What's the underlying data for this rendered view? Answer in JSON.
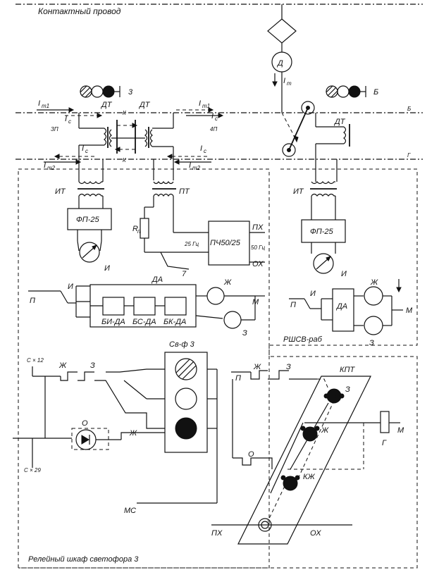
{
  "labels": {
    "contact_wire": "Контактный провод",
    "signal_3": "3",
    "signal_b": "Б",
    "motor": "Д",
    "it_motor": "I",
    "it_motor_sub": "т",
    "it1_left": "I",
    "it1_left_sub": "т1",
    "ic_left": "I",
    "ic_left_sub": "c",
    "it1_mid": "I",
    "it1_mid_sub": "т1",
    "ic_mid": "I",
    "ic_mid_sub": "c",
    "ic_low_left": "I",
    "ic_low_left_sub": "c",
    "ic_low_mid": "I",
    "ic_low_mid_sub": "c",
    "it2_left": "I",
    "it2_left_sub": "т2",
    "it2_mid": "I",
    "it2_mid_sub": "т2",
    "dt1": "ДТ",
    "dt2": "ДТ",
    "dt3": "ДТ",
    "zone_3p": "ЗП",
    "zone_4p": "4П",
    "k_top": "К",
    "k_bot": "К",
    "rail_b": "Б",
    "rail_g": "Г",
    "it_a": "ИТ",
    "pt": "ПТ",
    "it_b": "ИТ",
    "fp25_a": "ФП-25",
    "fp25_b": "ФП-25",
    "meter_a": "И",
    "meter_b": "И",
    "rp": "R",
    "rp_sub": "п",
    "pch": "ПЧ50/25",
    "f25": "25 Гц",
    "f50": "50 Гц",
    "px_top": "ПХ",
    "ox_top": "ОХ",
    "n7": "7",
    "da_main": "ДА",
    "bi_da": "БИ-ДА",
    "bs_da": "БС-ДА",
    "bk_da": "БК-ДА",
    "zh_a": "Ж",
    "z_a": "З",
    "m_a": "М",
    "p_a": "П",
    "i_a": "И",
    "da_small": "ДА",
    "zh_b": "Ж",
    "z_b": "З",
    "m_b": "М",
    "p_b": "П",
    "i_b": "И",
    "rshsv": "РШСВ-раб",
    "svf3": "Св-ф 3",
    "c12": "С × 12",
    "c29": "С × 29",
    "zh_c": "Ж",
    "z_c": "З",
    "o_c": "О",
    "zh_d": "Ж",
    "mc": "МС",
    "p_c": "П",
    "zh_e": "Ж",
    "z_e": "З",
    "kpt": "КПТ",
    "z_f": "З",
    "zh_f": "Ж",
    "kzh": "КЖ",
    "o_d": "О",
    "g_lbl": "Г",
    "m_c": "М",
    "px_bot": "ПХ",
    "ox_bot": "ОХ",
    "relay_cab": "Релейный шкаф светофора 3"
  }
}
